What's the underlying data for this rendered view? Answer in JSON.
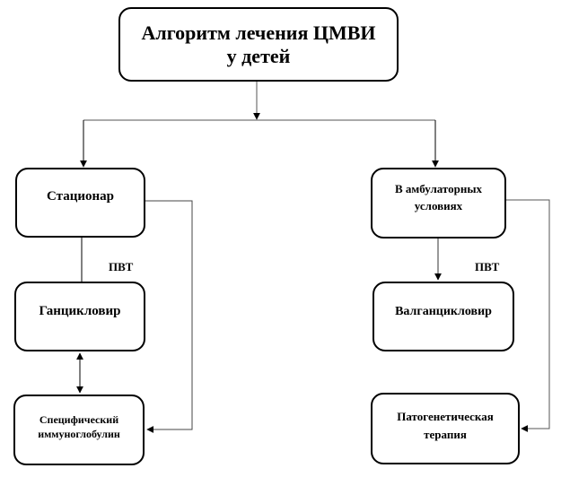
{
  "diagram": {
    "title": {
      "line1": "Алгоритм лечения ЦМВИ",
      "line2": "у детей"
    },
    "branches": [
      {
        "setting": {
          "lines": [
            "Стационар"
          ]
        },
        "label": "ПВТ",
        "drug": {
          "lines": [
            "Ганцикловир"
          ]
        },
        "additional": {
          "lines": [
            "Специфический",
            "иммуноглобулин"
          ]
        }
      },
      {
        "setting": {
          "lines": [
            "В амбулаторных",
            "условиях"
          ]
        },
        "label": "ПВТ",
        "drug": {
          "lines": [
            "Валганцикловир"
          ]
        },
        "additional": {
          "lines": [
            "Патогенетическая",
            "терапия"
          ]
        }
      }
    ],
    "connections": [
      {
        "from": "title",
        "to": "Стационар",
        "type": "arrow"
      },
      {
        "from": "title",
        "to": "В амбулаторных условиях",
        "type": "arrow"
      },
      {
        "from": "Стационар",
        "to": "Ганцикловир",
        "type": "line",
        "label": "ПВТ"
      },
      {
        "from": "Ганцикловир",
        "to": "Специфический иммуноглобулин",
        "type": "bidirectional-arrow"
      },
      {
        "from": "Стационар",
        "to": "Специфический иммуноглобулин",
        "type": "elbow-arrow"
      },
      {
        "from": "В амбулаторных условиях",
        "to": "Валганцикловир",
        "type": "arrow",
        "label": "ПВТ"
      },
      {
        "from": "В амбулаторных условиях",
        "to": "Патогенетическая терапия",
        "type": "elbow-arrow"
      }
    ],
    "colors": {
      "stroke": "#000000",
      "connector": "#333333",
      "background": "#ffffff"
    }
  }
}
